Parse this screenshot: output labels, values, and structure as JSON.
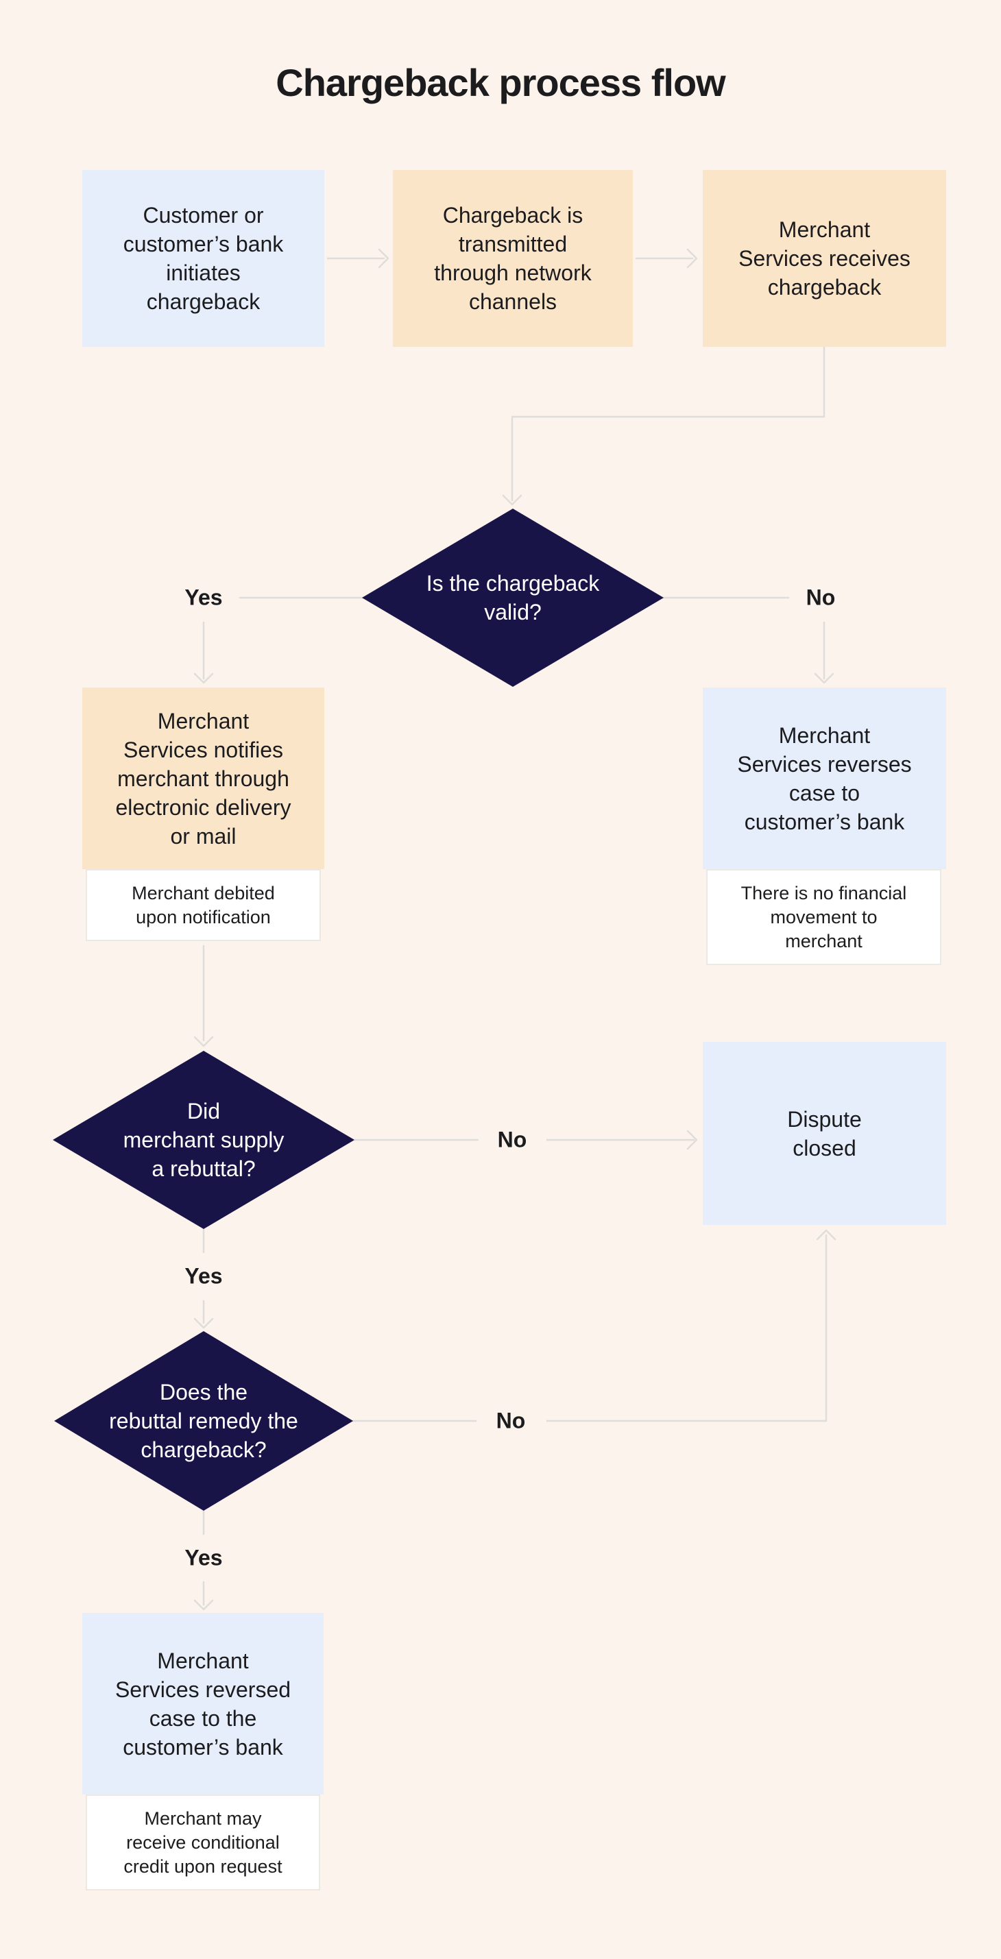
{
  "title": "Chargeback process flow",
  "colors": {
    "bg": "#FCF4EC",
    "card_blue": "#E6EEFB",
    "card_peach": "#FBE5C9",
    "diamond_navy": "#181448",
    "note_white": "#FFFFFF",
    "note_border": "#ECE9E4",
    "connector_gray": "#DFDDD9",
    "text_dark": "#1C1C1F",
    "text_light": "#FFFFFF"
  },
  "nodes": {
    "initiate": "Customer or\ncustomer’s bank\ninitiates\nchargeback",
    "transmit": "Chargeback is\ntransmitted\nthrough network\nchannels",
    "receive": "Merchant\nServices receives\nchargeback",
    "valid_q": "Is the chargeback\nvalid?",
    "notify": "Merchant\nServices notifies\nmerchant through\nelectronic delivery\nor mail",
    "notify_note": "Merchant debited\nupon notification",
    "reverse": "Merchant\nServices reverses\ncase to\ncustomer’s bank",
    "reverse_note": "There is no financial\nmovement to\nmerchant",
    "rebuttal_q": "Did\nmerchant supply\na rebuttal?",
    "dispute_closed": "Dispute\nclosed",
    "remedy_q": "Does the\nrebuttal remedy the\nchargeback?",
    "reversed": "Merchant\nServices reversed\ncase to the\ncustomer’s bank",
    "reversed_note": "Merchant may\nreceive conditional\ncredit upon request"
  },
  "labels": {
    "yes_valid": "Yes",
    "no_valid": "No",
    "no_rebuttal": "No",
    "yes_rebuttal": "Yes",
    "no_remedy": "No",
    "yes_remedy": "Yes"
  }
}
